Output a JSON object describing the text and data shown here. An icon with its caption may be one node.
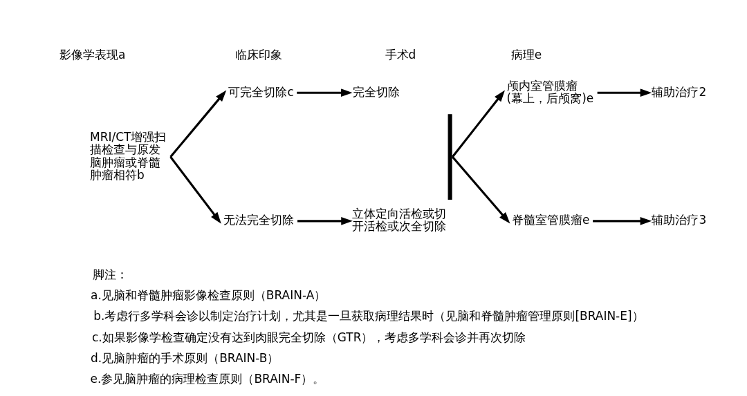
{
  "diagram": {
    "nodes": [
      {
        "text": [
          "MRI/CT增强扫描检查与原发脑肿瘤或脊髓肿瘤相符b"
        ]
      },
      {
        "text": [
          "可完全切除c"
        ]
      },
      {
        "text": [
          "无法完全切除"
        ]
      },
      {
        "text": [
          "完全切除"
        ]
      },
      {
        "text": [
          "立体定向活检或切开活检或次全切除"
        ]
      },
      {
        "text": [],
        "shape": "bar"
      },
      {
        "text": [
          "颅内室管膜瘤(幕上，后颅窝)e"
        ]
      },
      {
        "text": [
          "脊髓室管膜瘤e"
        ]
      },
      {
        "text": [
          "辅助治疗2"
        ]
      },
      {
        "text": [
          "辅助治疗3"
        ]
      }
    ],
    "edges": [
      {
        "from": 0,
        "to": 1,
        "arrow": "to"
      },
      {
        "from": 0,
        "to": 2,
        "arrow": "to"
      },
      {
        "from": 1,
        "to": 3,
        "arrow": "to"
      },
      {
        "from": 2,
        "to": 4,
        "arrow": "to"
      },
      {
        "from": 5,
        "to": 6,
        "arrow": "to"
      },
      {
        "from": 5,
        "to": 7,
        "arrow": "to"
      },
      {
        "from": 6,
        "to": 8,
        "arrow": "to"
      },
      {
        "from": 7,
        "to": 9,
        "arrow": "to"
      }
    ],
    "labels": [
      "影像学表现a",
      "临床印象",
      "手术d",
      "病理e",
      "脚注：",
      "a.见脑和脊髓肿瘤影像检查原则（BRAIN-A）",
      "b.考虑行多学科会诊以制定治疗计划，尤其是一旦获取病理结果时（见脑和脊髓肿瘤管理原则[BRAIN-E]）",
      "c.如果影像学检查确定没有达到肉眼完全切除（GTR），考虑多学科会诊并再次切除",
      "d.见脑肿瘤的手术原则（BRAIN-B）",
      "e.参见脑肿瘤的病理检查原则（BRAIN-F）。"
    ]
  }
}
